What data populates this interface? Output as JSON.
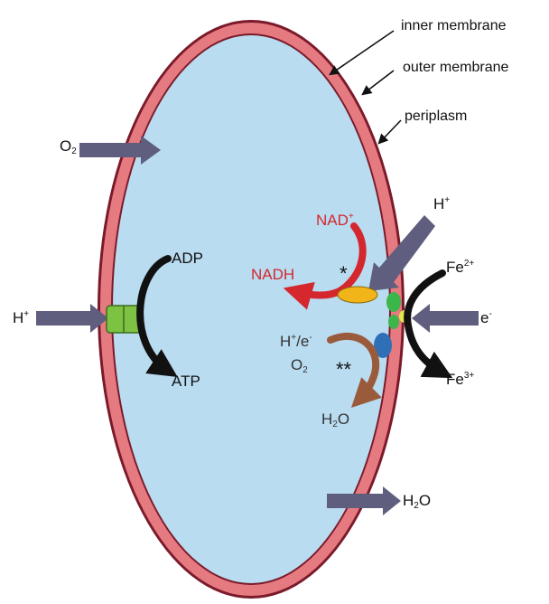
{
  "labels": {
    "inner_membrane": "inner membrane",
    "outer_membrane": "outer membrane",
    "periplasm": "periplasm",
    "o2_left_base": "O",
    "o2_left_sub": "2",
    "h_top_base": "H",
    "h_top_sup": "+",
    "nad_base": "NAD",
    "nad_sup": "+",
    "nadh": "NADH",
    "star_single": "*",
    "star_double": "**",
    "fe2_base": "Fe",
    "fe2_sup": "2+",
    "fe3_base": "Fe",
    "fe3_sup": "3+",
    "e_base": "e",
    "e_sup": "-",
    "adp": "ADP",
    "atp": "ATP",
    "h_left_base": "H",
    "h_left_sup": "+",
    "h_e_h": "H",
    "h_e_sup1": "+",
    "h_e_slash": "/e",
    "h_e_sup2": "-",
    "o2_mid_base": "O",
    "o2_mid_sub": "2",
    "h2o_mid_h": "H",
    "h2o_mid_sub": "2",
    "h2o_mid_o": "O",
    "h2o_out_h": "H",
    "h2o_out_sub": "2",
    "h2o_out_o": "O"
  },
  "colors": {
    "cytoplasm": "#b9dcf0",
    "membrane_pink": "#e57a80",
    "membrane_outline": "#7a1a2a",
    "arrow_gray": "#5f5e7e",
    "arrow_black": "#111111",
    "nad_red": "#d4272e",
    "o2_brown": "#9a5b3c",
    "atp_synthase": "#7dc242",
    "complex_yellow": "#f2b519",
    "complex_green": "#3cb54a",
    "complex_blue": "#2f6fb6",
    "complex_lime": "#e3e94a"
  }
}
